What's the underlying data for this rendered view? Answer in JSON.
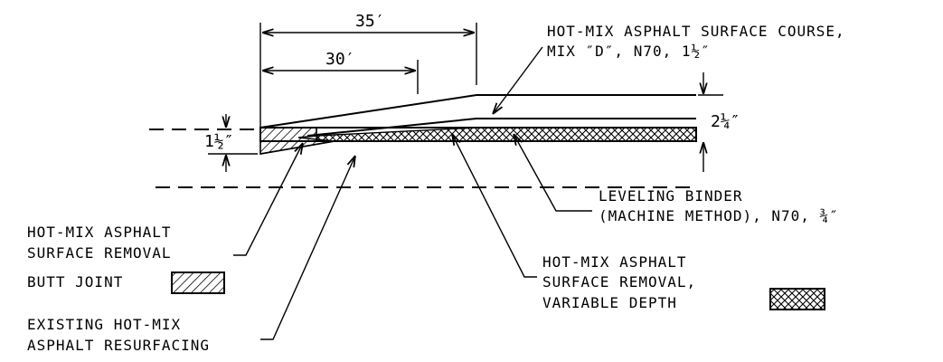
{
  "dimensions": {
    "taper_long": "35′",
    "taper_short": "30′",
    "left_thickness": "1½″",
    "right_thickness": "2¼″"
  },
  "labels": {
    "surface_course_line1": "HOT-MIX ASPHALT SURFACE COURSE,",
    "surface_course_line2": "MIX ″D″, N70, 1½″",
    "leveling_line1": "LEVELING BINDER",
    "leveling_line2": "(MACHINE METHOD), N70, ¾″",
    "butt_joint_line1": "HOT-MIX ASPHALT",
    "butt_joint_line2": "SURFACE REMOVAL",
    "butt_joint_line3": "BUTT JOINT",
    "variable_line1": "HOT-MIX ASPHALT",
    "variable_line2": "SURFACE REMOVAL,",
    "variable_line3": "VARIABLE DEPTH",
    "existing_line1": "EXISTING HOT-MIX",
    "existing_line2": "ASPHALT RESURFACING"
  },
  "legend": {
    "butt_joint_pattern": "diagonal-hatch",
    "variable_depth_pattern": "crosshatch"
  },
  "colors": {
    "ink": "#000000",
    "background": "#ffffff"
  }
}
